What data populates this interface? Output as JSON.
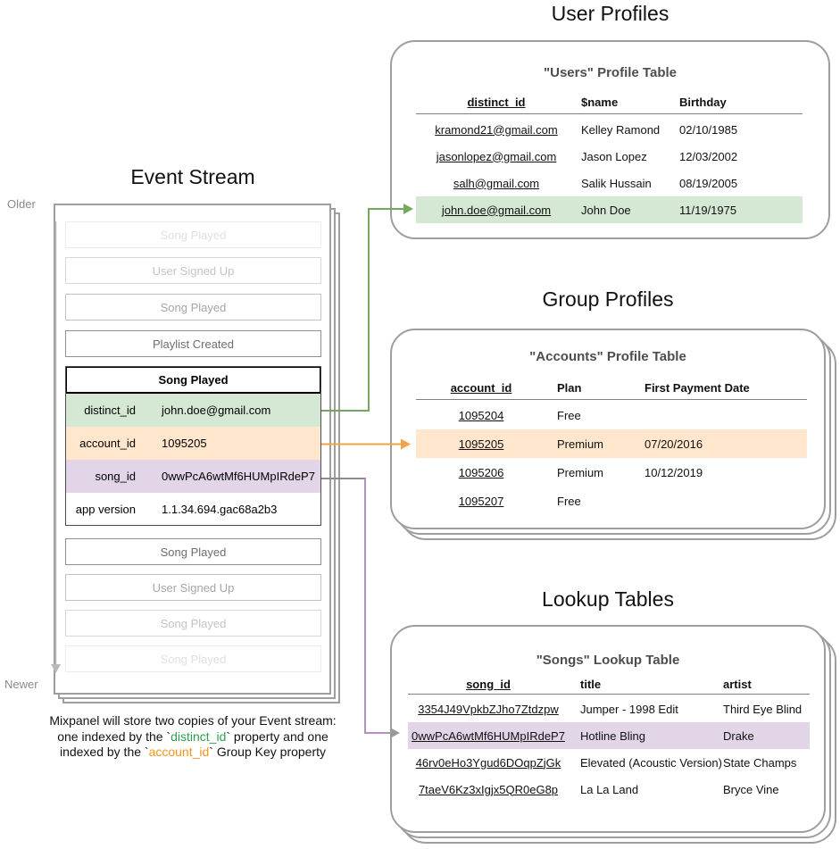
{
  "colors": {
    "green_fill": "#d5e8d4",
    "orange_fill": "#ffe6cc",
    "purple_fill": "#e1d5e7",
    "green_arrow": "#75a85e",
    "orange_arrow": "#f0a348",
    "purple_arrow": "#b48fc2",
    "gray_arrow": "#8c8c8c",
    "gray_arrowhead": "#999999",
    "timeline_gray": "#b9b9b9",
    "caption_green": "#2f9e4f",
    "caption_orange": "#f7941d"
  },
  "event_stream": {
    "title": "Event Stream",
    "older": "Older",
    "newer": "Newer",
    "before": [
      "Song Played",
      "User Signed Up",
      "Song Played",
      "Playlist Created"
    ],
    "card": {
      "title": "Song Played",
      "props": [
        {
          "key": "distinct_id",
          "value": "john.doe@gmail.com"
        },
        {
          "key": "account_id",
          "value": "1095205"
        },
        {
          "key": "song_id",
          "value": "0wwPcA6wtMf6HUMpIRdeP7"
        },
        {
          "key": "app version",
          "value": "1.1.34.694.gac68a2b3"
        }
      ]
    },
    "after": [
      "Song Played",
      "User Signed Up",
      "Song Played",
      "Song Played"
    ]
  },
  "caption": {
    "line1": "Mixpanel will store two copies of your Event stream:",
    "line2_pre": "one indexed by the `",
    "line2_code": "distinct_id",
    "line2_post": "` property and one",
    "line3_pre": "indexed by the `",
    "line3_code": "account_id",
    "line3_post": "` Group Key property"
  },
  "user_profiles": {
    "section_title": "User Profiles",
    "table_title": "\"Users\" Profile Table",
    "columns": [
      "distinct_id",
      "$name",
      "Birthday"
    ],
    "rows": [
      {
        "id": "kramond21@gmail.com",
        "name": "Kelley Ramond",
        "birthday": "02/10/1985"
      },
      {
        "id": "jasonlopez@gmail.com",
        "name": "Jason Lopez",
        "birthday": "12/03/2002"
      },
      {
        "id": "salh@gmail.com",
        "name": "Salik Hussain",
        "birthday": "08/19/2005"
      },
      {
        "id": "john.doe@gmail.com",
        "name": "John Doe",
        "birthday": "11/19/1975"
      }
    ],
    "highlighted_row": 3
  },
  "group_profiles": {
    "section_title": "Group Profiles",
    "table_title": "\"Accounts\" Profile Table",
    "columns": [
      "account_id",
      "Plan",
      "First Payment Date"
    ],
    "rows": [
      {
        "id": "1095204",
        "plan": "Free",
        "first_payment": ""
      },
      {
        "id": "1095205",
        "plan": "Premium",
        "first_payment": "07/20/2016"
      },
      {
        "id": "1095206",
        "plan": "Premium",
        "first_payment": "10/12/2019"
      },
      {
        "id": "1095207",
        "plan": "Free",
        "first_payment": ""
      }
    ],
    "highlighted_row": 1
  },
  "lookup_tables": {
    "section_title": "Lookup Tables",
    "table_title": "\"Songs\" Lookup Table",
    "columns": [
      "song_id",
      "title",
      "artist"
    ],
    "rows": [
      {
        "id": "3354J49VpkbZJho7Ztdzpw",
        "title": "Jumper - 1998 Edit",
        "artist": "Third Eye Blind"
      },
      {
        "id": "0wwPcA6wtMf6HUMpIRdeP7",
        "title": "Hotline Bling",
        "artist": "Drake"
      },
      {
        "id": "46rv0eHo3Ygud6DOqpZjGk",
        "title": "Elevated (Acoustic Version)",
        "artist": "State Champs"
      },
      {
        "id": "7taeV6Kz3xIgjx5QR0eG8p",
        "title": "La La Land",
        "artist": "Bryce Vine"
      }
    ],
    "highlighted_row": 1
  }
}
